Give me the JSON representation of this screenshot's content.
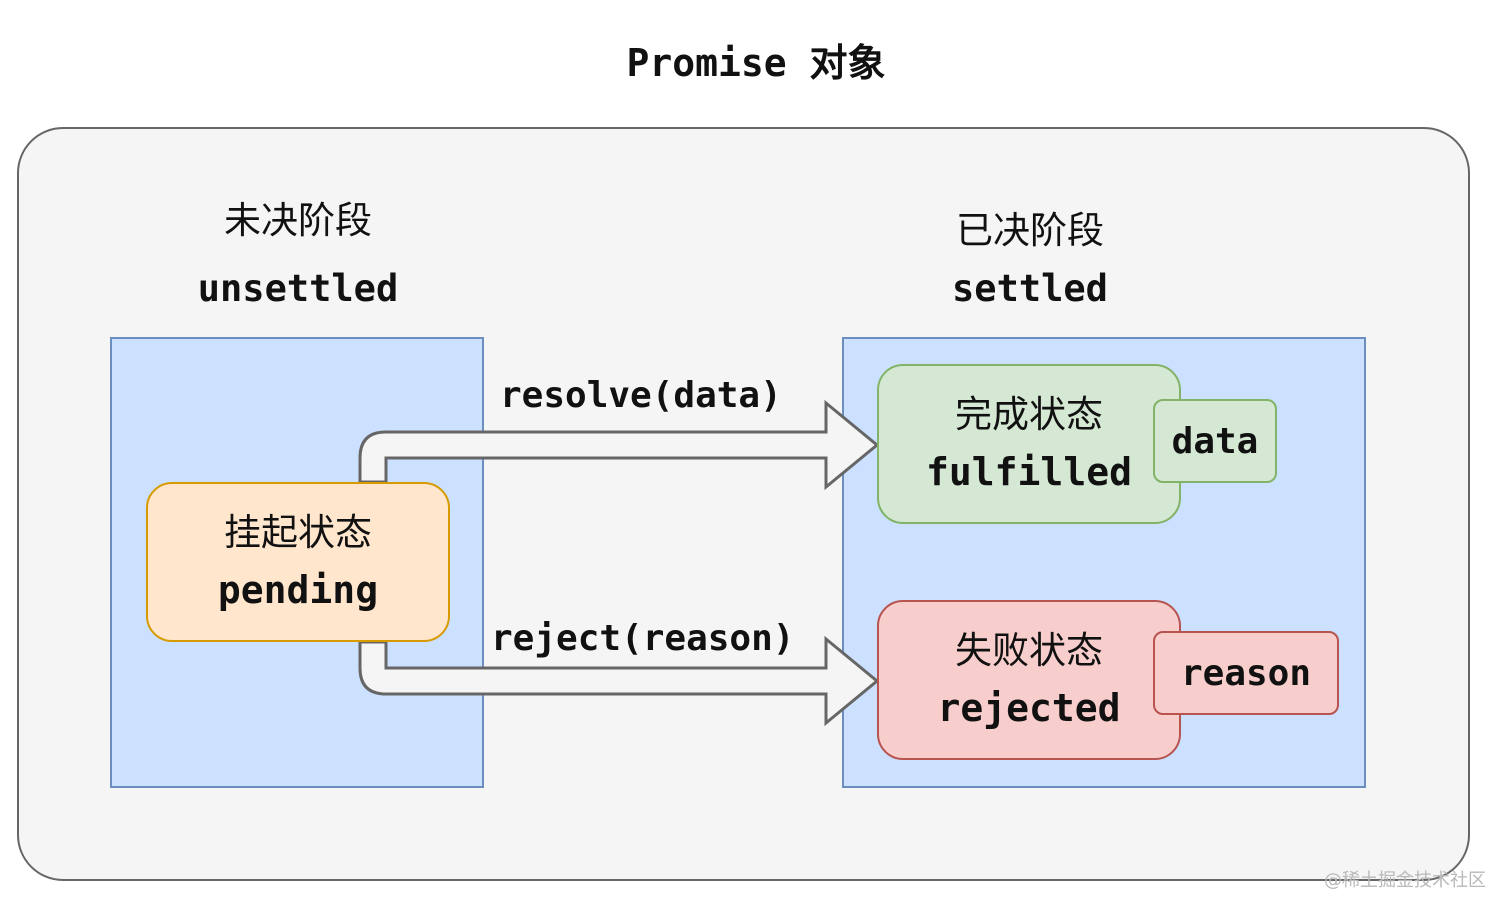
{
  "title": "Promise 对象",
  "stages": {
    "unsettled": {
      "cn": "未决阶段",
      "en": "unsettled"
    },
    "settled": {
      "cn": "已决阶段",
      "en": "settled"
    }
  },
  "states": {
    "pending": {
      "cn": "挂起状态",
      "en": "pending"
    },
    "fulfilled": {
      "cn": "完成状态",
      "en": "fulfilled",
      "tag": "data"
    },
    "rejected": {
      "cn": "失败状态",
      "en": "rejected",
      "tag": "reason"
    }
  },
  "transitions": {
    "resolve": "resolve(data)",
    "reject": "reject(reason)"
  },
  "watermark": "@稀土掘金技术社区",
  "colors": {
    "outer_fill": "#f5f5f5",
    "zone_fill": "#cce0ff",
    "zone_border": "#6c8ebf",
    "pending_fill": "#ffe6cc",
    "pending_border": "#d79b00",
    "fulfilled_fill": "#d5e8d4",
    "fulfilled_border": "#82b366",
    "rejected_fill": "#f8cecc",
    "rejected_border": "#b85450",
    "arrow_fill": "#f5f5f5",
    "arrow_border": "#666666"
  }
}
